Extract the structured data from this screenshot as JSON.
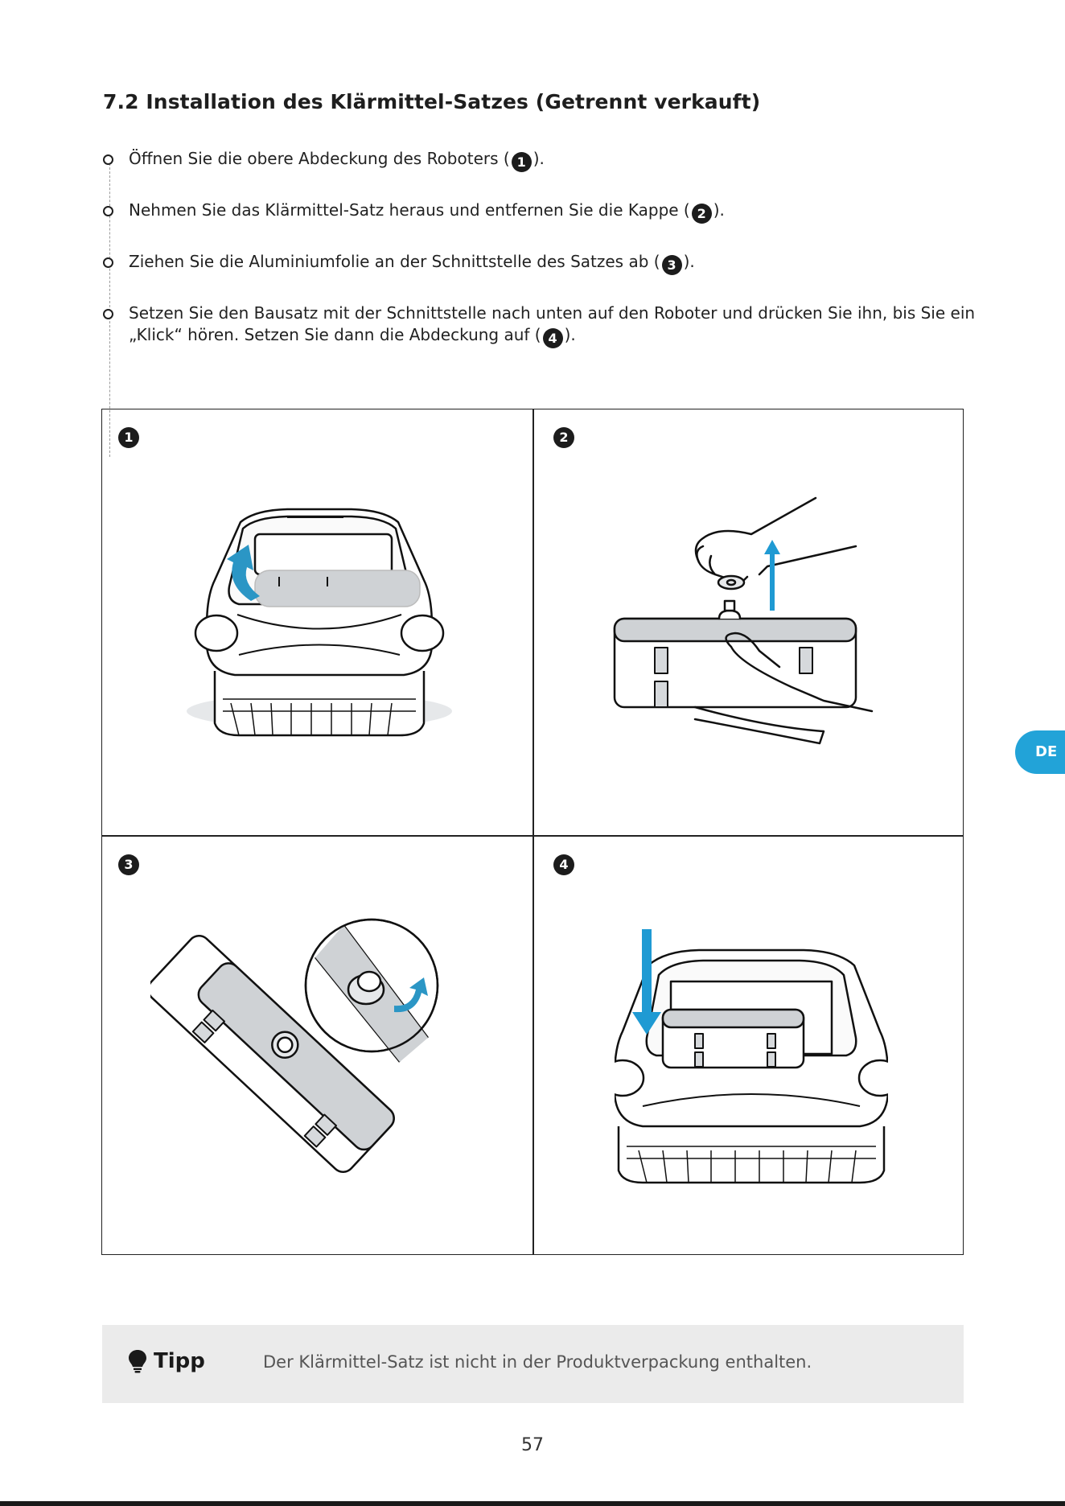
{
  "section_title": "7.2 Installation des Klärmittel-Satzes (Getrennt verkauft)",
  "steps": [
    {
      "before": "Öffnen Sie die obere Abdeckung des Roboters (",
      "num": "1",
      "after": ")."
    },
    {
      "before": "Nehmen Sie das Klärmittel-Satz heraus und entfernen Sie die Kappe (",
      "num": "2",
      "after": ")."
    },
    {
      "before": "Ziehen Sie die Aluminiumfolie an der Schnittstelle des Satzes ab (",
      "num": "3",
      "after": ")."
    },
    {
      "before": "Setzen Sie den Bausatz mit der Schnittstelle nach unten auf den Roboter und drücken Sie ihn, bis Sie ein „Klick“ hören. Setzen Sie dann die Abdeckung auf (",
      "num": "4",
      "after": ")."
    }
  ],
  "panels": [
    {
      "num": "1",
      "illustration": "robot-open-cover"
    },
    {
      "num": "2",
      "illustration": "remove-cap"
    },
    {
      "num": "3",
      "illustration": "peel-foil"
    },
    {
      "num": "4",
      "illustration": "insert-kit"
    }
  ],
  "language_tab": "DE",
  "tip": {
    "icon": "lightbulb-icon",
    "label": "Tipp",
    "text": "Der Klärmittel-Satz ist nicht in der Produktverpackung enthalten."
  },
  "page_number": "57",
  "colors": {
    "accent": "#22a3d8",
    "tip_bg": "#ebebeb",
    "text": "#1a1a1a"
  }
}
